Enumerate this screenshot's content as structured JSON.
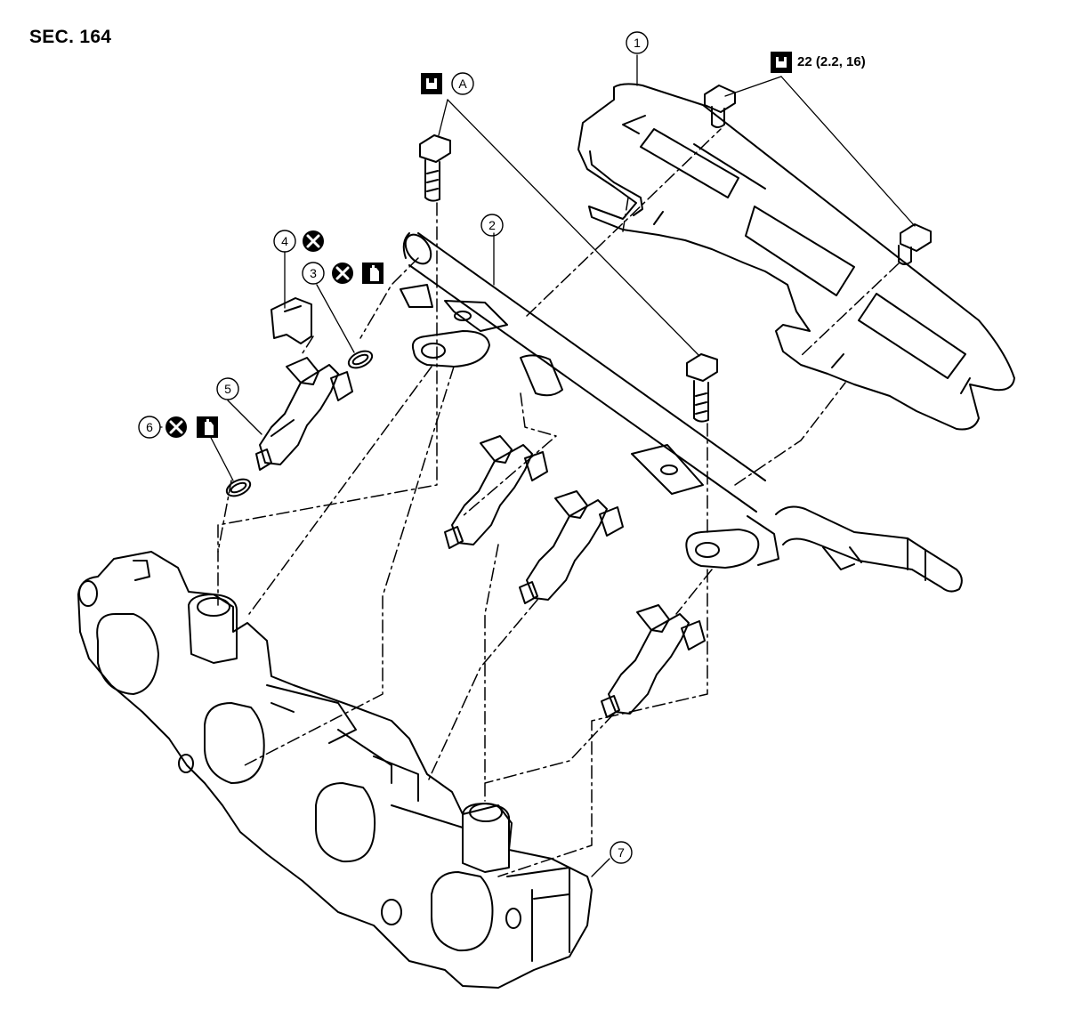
{
  "section_label": "SEC. 164",
  "torque_spec": "22 (2.2, 16)",
  "callouts": [
    {
      "id": "1",
      "name": "callout-1"
    },
    {
      "id": "2",
      "name": "callout-2"
    },
    {
      "id": "3",
      "name": "callout-3"
    },
    {
      "id": "4",
      "name": "callout-4"
    },
    {
      "id": "5",
      "name": "callout-5"
    },
    {
      "id": "6",
      "name": "callout-6"
    },
    {
      "id": "7",
      "name": "callout-7"
    }
  ],
  "reference_letter": "A",
  "icons": {
    "torque": "torque-wrench-icon",
    "do_not_reuse": "do-not-reuse-icon",
    "lubricate": "lubricate-icon"
  },
  "colors": {
    "line": "#000000",
    "background": "#ffffff"
  }
}
